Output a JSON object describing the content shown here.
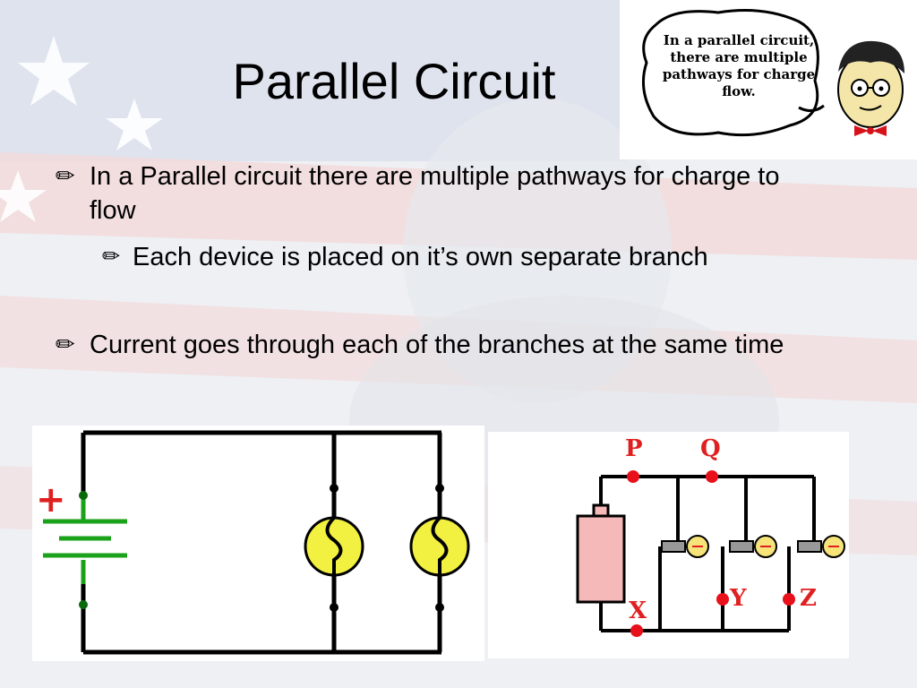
{
  "slide": {
    "title": "Parallel Circuit",
    "bubble_text": "In a parallel circuit, there are multiple pathways for charge flow.",
    "bullets": [
      "In a Parallel circuit there are multiple pathways for charge to flow",
      "Each device is placed on it’s own separate branch",
      "Current goes through each of the branches at the same time"
    ]
  },
  "diagram_left": {
    "battery_plus": "+"
  },
  "diagram_right": {
    "labels": {
      "p": "P",
      "q": "Q",
      "x": "X",
      "y": "Y",
      "z": "Z"
    }
  },
  "colors": {
    "wire": "#000000",
    "battery": "#1aa21a",
    "bulb": "#f2f040",
    "node_red": "#e8101a",
    "battery_cell": "#f6b9b9"
  },
  "icons": [
    "pencil-icon",
    "cartoon-professor"
  ]
}
